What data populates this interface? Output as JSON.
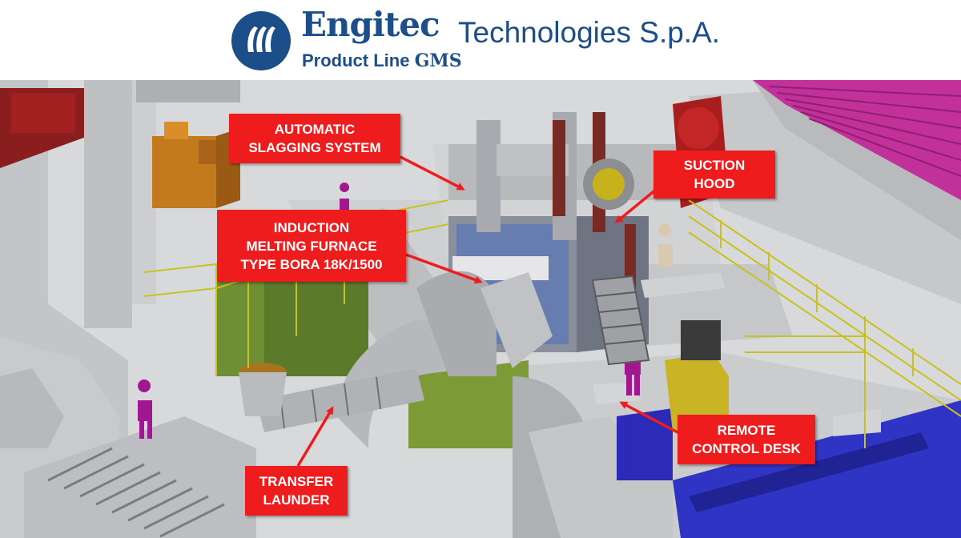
{
  "header": {
    "brand_name": "Engitec",
    "brand_rest": "Technologies S.p.A.",
    "product_line_label": "Product Line",
    "product_line_name": "GMS"
  },
  "callouts": {
    "slagging": [
      "AUTOMATIC",
      "SLAGGING SYSTEM"
    ],
    "suction": [
      "SUCTION",
      "HOOD"
    ],
    "furnace": [
      "INDUCTION",
      "MELTING FURNACE",
      "TYPE BORA 18K/1500"
    ],
    "remote": [
      "REMOTE",
      "CONTROL DESK"
    ],
    "launder": [
      "TRANSFER",
      "LAUNDER"
    ]
  },
  "colors": {
    "brand_blue": "#1c4f8a",
    "callout_red": "#ee1c1c",
    "handrail_yellow": "#c8c21e",
    "worker_magenta": "#a0178f",
    "conveyor_pink": "#c2309a",
    "ladle_car_blue": "#2b2bb8"
  },
  "icons": {
    "logo": "engitec-logo-icon"
  }
}
